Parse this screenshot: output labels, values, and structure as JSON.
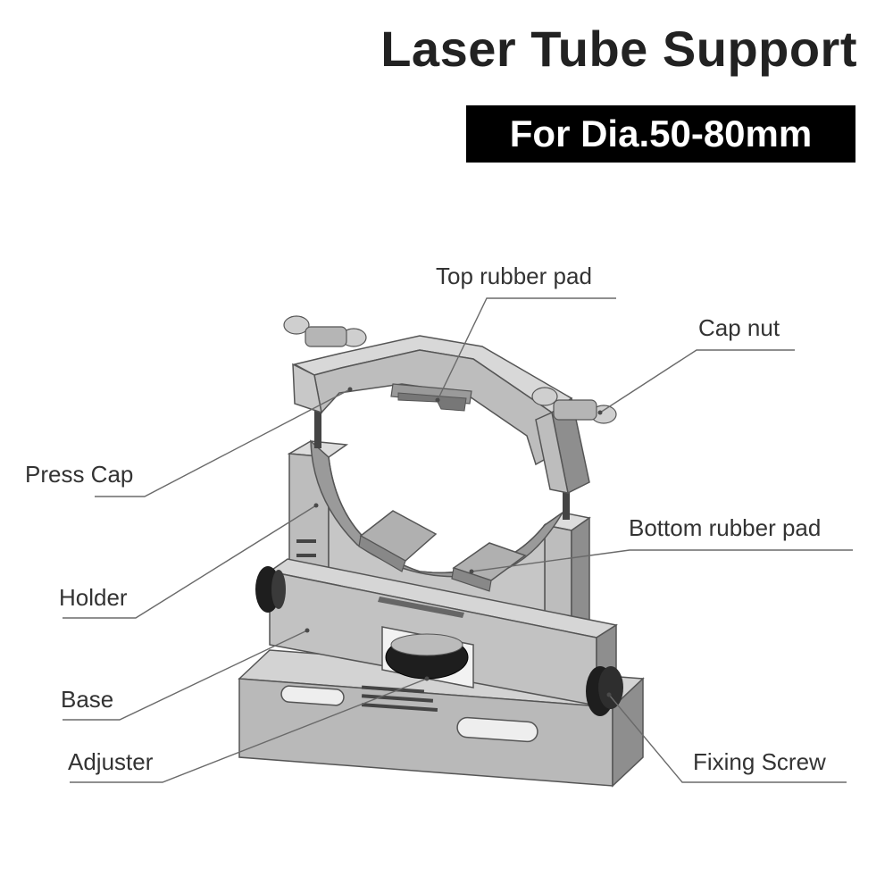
{
  "header": {
    "title": "Laser Tube Support",
    "subtitle": "For Dia.50-80mm"
  },
  "callouts": {
    "top_rubber_pad": "Top rubber pad",
    "cap_nut": "Cap nut",
    "press_cap": "Press Cap",
    "bottom_rubber_pad": "Bottom rubber pad",
    "holder": "Holder",
    "base": "Base",
    "adjuster": "Adjuster",
    "fixing_screw": "Fixing Screw"
  },
  "colors": {
    "metal_light": "#cfcfcf",
    "metal_mid": "#a9a9a9",
    "metal_dark": "#7d7d7d",
    "knob": "#1e1e1e",
    "leader": "#6a6a6a"
  }
}
